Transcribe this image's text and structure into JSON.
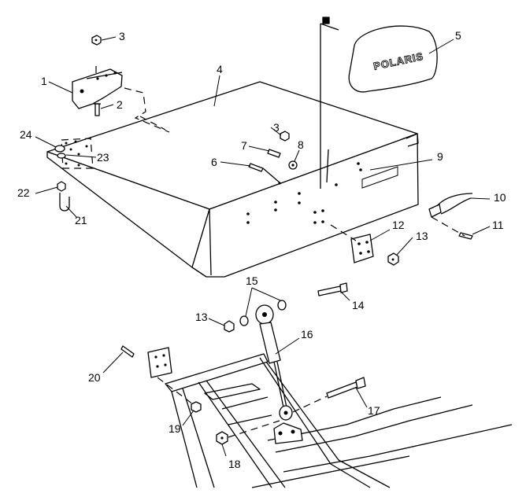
{
  "diagram": {
    "title": "Seat pan, backrest and shock assembly exploded view",
    "logo_text": "POLARIS",
    "callouts": [
      {
        "id": "c1",
        "label": "1"
      },
      {
        "id": "c2",
        "label": "2"
      },
      {
        "id": "c3a",
        "label": "3"
      },
      {
        "id": "c3b",
        "label": "3"
      },
      {
        "id": "c4",
        "label": "4"
      },
      {
        "id": "c5",
        "label": "5"
      },
      {
        "id": "c6",
        "label": "6"
      },
      {
        "id": "c7",
        "label": "7"
      },
      {
        "id": "c8",
        "label": "8"
      },
      {
        "id": "c9",
        "label": "9"
      },
      {
        "id": "c10",
        "label": "10"
      },
      {
        "id": "c11",
        "label": "11"
      },
      {
        "id": "c12",
        "label": "12"
      },
      {
        "id": "c13a",
        "label": "13"
      },
      {
        "id": "c13b",
        "label": "13"
      },
      {
        "id": "c14",
        "label": "14"
      },
      {
        "id": "c15",
        "label": "15"
      },
      {
        "id": "c16",
        "label": "16"
      },
      {
        "id": "c17",
        "label": "17"
      },
      {
        "id": "c18",
        "label": "18"
      },
      {
        "id": "c19",
        "label": "19"
      },
      {
        "id": "c20",
        "label": "20"
      },
      {
        "id": "c21",
        "label": "21"
      },
      {
        "id": "c22",
        "label": "22"
      },
      {
        "id": "c23",
        "label": "23"
      },
      {
        "id": "c24",
        "label": "24"
      }
    ]
  }
}
